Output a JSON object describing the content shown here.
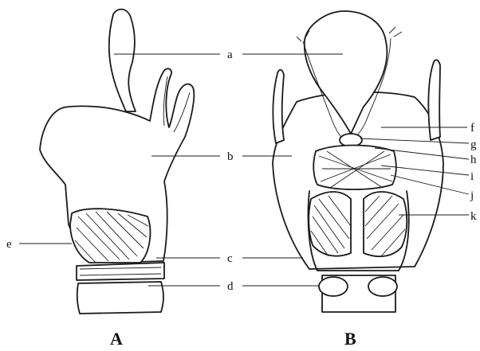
{
  "labels": {
    "a": "a",
    "b": "b",
    "c": "c",
    "d": "d",
    "e": "e",
    "f": "f",
    "g": "g",
    "h": "h",
    "i": "i",
    "j": "j",
    "k": "k"
  },
  "panels": {
    "left": "A",
    "right": "B"
  }
}
